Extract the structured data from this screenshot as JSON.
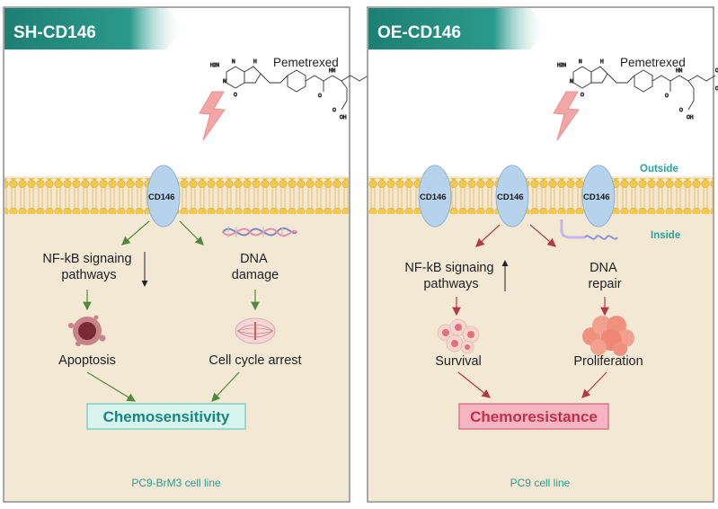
{
  "left_panel": {
    "title": "SH-CD146",
    "drug": "Pemetrexed",
    "receptor": "CD146",
    "pathway_label": "NF-kB signaing\npathways",
    "dna_label": "DNA\ndamage",
    "outcome_a": "Apoptosis",
    "outcome_b": "Cell cycle arrest",
    "result": "Chemosensitivity",
    "cell_line": "PC9-BrM3 cell line"
  },
  "right_panel": {
    "title": "OE-CD146",
    "drug": "Pemetrexed",
    "receptors": [
      "CD146",
      "CD146",
      "CD146"
    ],
    "outside_label": "Outside",
    "inside_label": "Inside",
    "pathway_label": "NF-kB signaing\npathways",
    "dna_label": "DNA\nrepair",
    "outcome_a": "Survival",
    "outcome_b": "Proliferation",
    "result": "Chemoresistance",
    "cell_line": "PC9 cell line"
  },
  "molecule_atoms": [
    "H2N",
    "N",
    "H",
    "N",
    "O",
    "O",
    "OH",
    "O",
    "HN",
    "O",
    "OH"
  ],
  "colors": {
    "header_teal": "#1e7f73",
    "cytoplasm": "#f3e8d3",
    "membrane_head": "#f2c94c",
    "receptor": "#b7d3ec",
    "arrow_green": "#4f8a3c",
    "arrow_red": "#b5384a",
    "result_sens_bg": "#d9f3ee",
    "result_res_bg": "#f6b5c0"
  },
  "icons": {
    "drug_effect": "lightning-icon",
    "apoptosis": "apoptotic-cell-icon",
    "dna": "dna-helix-icon",
    "cell_cycle": "mitotic-spindle-icon",
    "survival": "cell-cluster-icon",
    "proliferation": "proliferating-cells-icon"
  }
}
